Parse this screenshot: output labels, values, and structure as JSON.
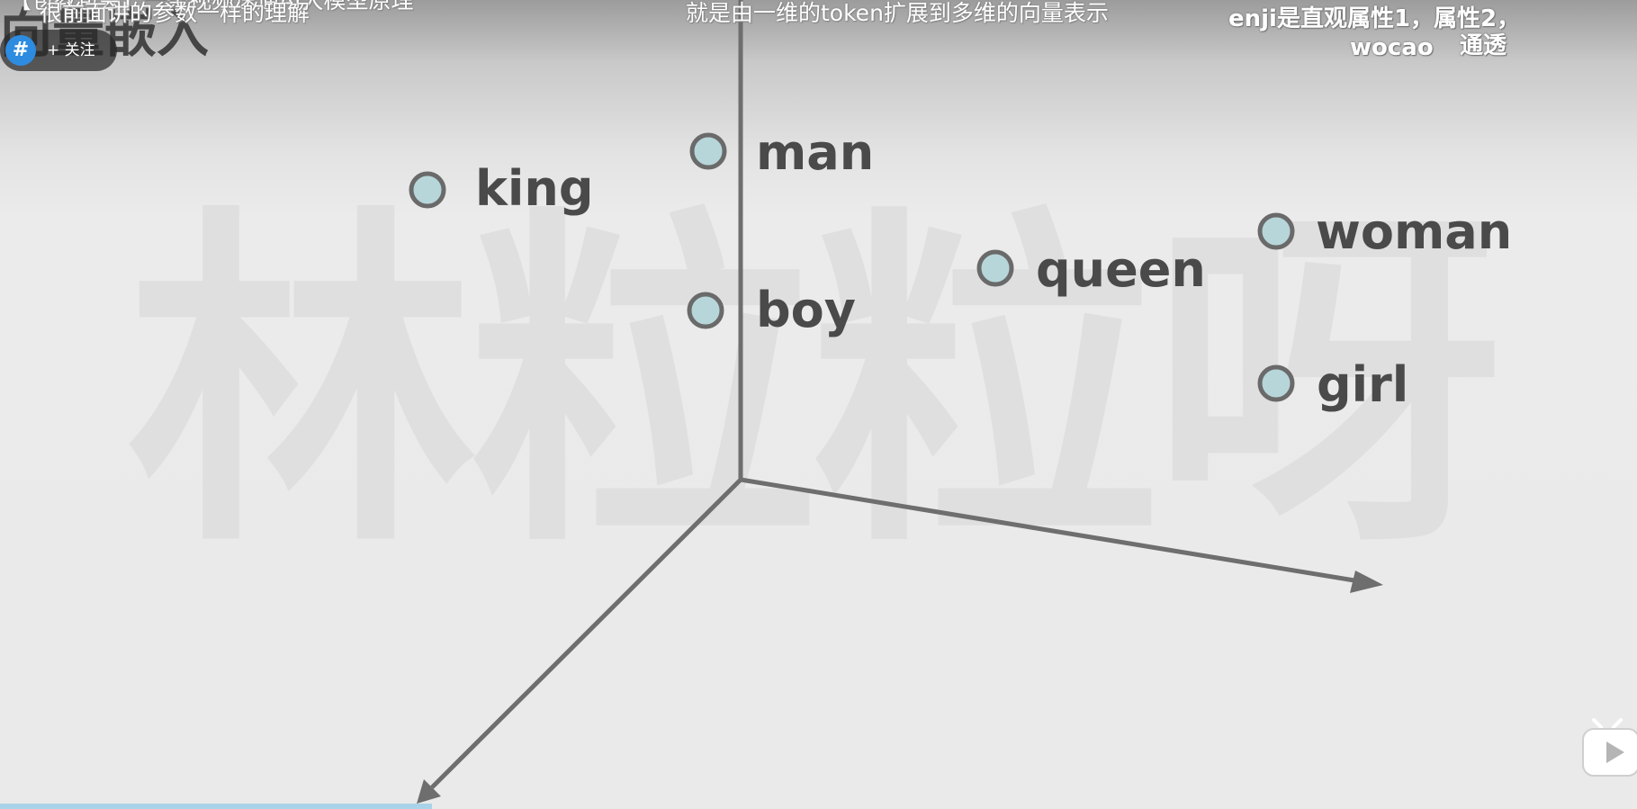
{
  "video": {
    "overlay_title": "向量嵌入",
    "watermark": "林粒粒呀",
    "top_subtitles": [
      "【包教包会】一条视频速通AI大模型原理",
      "很前面讲的参数一样的理解",
      "就是由一维的token扩展到多维的向量表示"
    ]
  },
  "uploader": {
    "follow_label": "+ 关注"
  },
  "danmaku": [
    "enji是直观属性1，属性2，",
    "wocao",
    "通透"
  ],
  "vector_points": [
    {
      "word": "king"
    },
    {
      "word": "man"
    },
    {
      "word": "boy"
    },
    {
      "word": "queen"
    },
    {
      "word": "woman"
    },
    {
      "word": "girl"
    }
  ],
  "colors": {
    "axis": "#6e6e6e",
    "point_fill": "#b7d6da",
    "point_stroke": "#6a6a6a",
    "label": "#4a4a4a",
    "follow_bg": "#2d2d2d",
    "accent_blue": "#2d8ce0"
  },
  "icons": {
    "uploader_avatar": "avatar-icon",
    "follow": "plus-icon",
    "play": "play-icon"
  }
}
